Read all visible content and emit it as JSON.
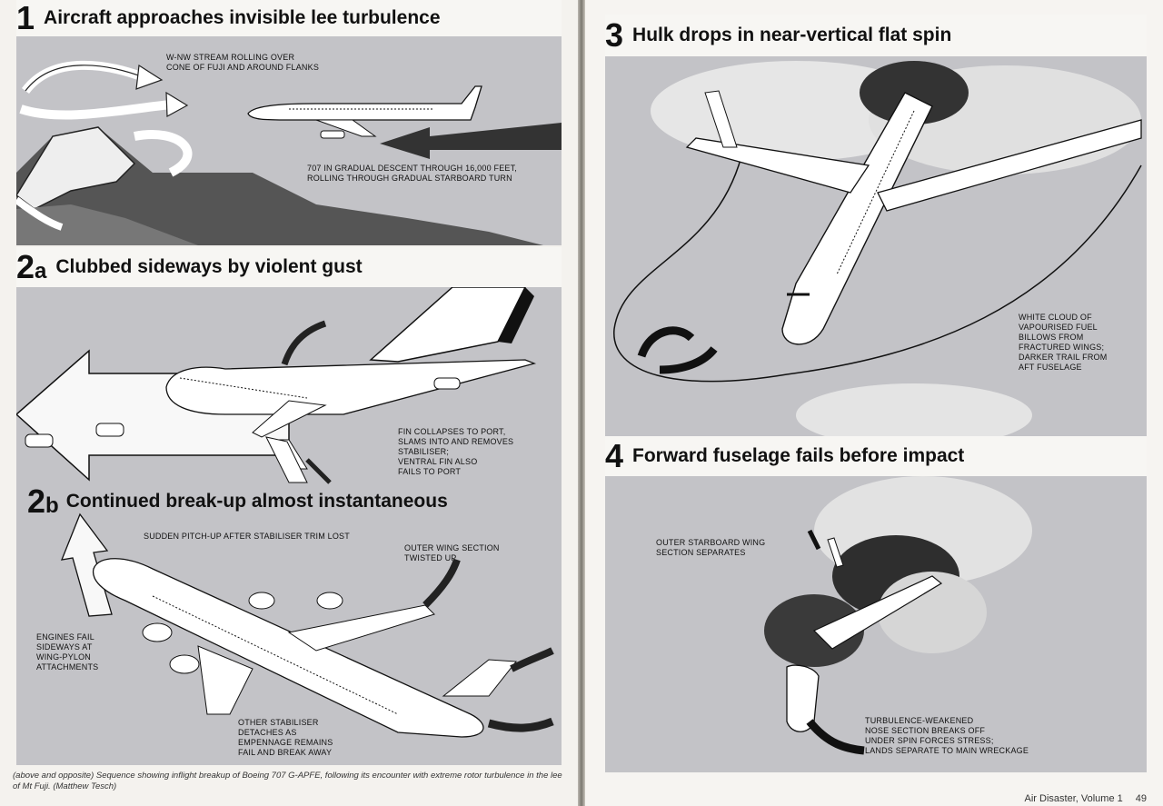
{
  "left_page": {
    "panel1": {
      "number": "1",
      "title": "Aircraft approaches invisible lee turbulence",
      "notes": {
        "stream": "W-NW STREAM ROLLING OVER\nCONE OF FUJI AND AROUND FLANKS",
        "descent": "707 IN GRADUAL DESCENT THROUGH 16,000 FEET,\nROLLING THROUGH GRADUAL STARBOARD TURN"
      }
    },
    "panel2a": {
      "number": "2",
      "suffix": "a",
      "title": "Clubbed sideways by violent gust",
      "notes": {
        "fin": "FIN COLLAPSES TO PORT,\nSLAMS INTO AND REMOVES\nSTABILISER;\nVENTRAL FIN ALSO\nFAILS TO PORT"
      }
    },
    "panel2b": {
      "number": "2",
      "suffix": "b",
      "title": "Continued break-up almost instantaneous",
      "notes": {
        "pitch": "SUDDEN PITCH-UP AFTER STABILISER TRIM LOST",
        "outer_wing": "OUTER WING SECTION\nTWISTED UP",
        "engines": "ENGINES FAIL\nSIDEWAYS AT\nWING-PYLON\nATTACHMENTS",
        "stabiliser": "OTHER STABILISER\nDETACHES AS\nEMPENNAGE REMAINS\nFAIL AND BREAK AWAY"
      }
    },
    "caption": "(above and opposite) Sequence showing inflight breakup of Boeing 707 G-APFE, following its encounter with extreme rotor turbulence in the lee of Mt Fuji. (Matthew Tesch)"
  },
  "right_page": {
    "panel3": {
      "number": "3",
      "title": "Hulk drops in near-vertical flat spin",
      "notes": {
        "cloud": "WHITE CLOUD OF\nVAPOURISED FUEL\nBILLOWS FROM\nFRACTURED WINGS;\nDARKER TRAIL FROM\nAFT FUSELAGE"
      }
    },
    "panel4": {
      "number": "4",
      "title": "Forward fuselage fails before impact",
      "notes": {
        "outer_wing": "OUTER STARBOARD WING\nSECTION SEPARATES",
        "nose": "TURBULENCE-WEAKENED\nNOSE SECTION BREAKS OFF\nUNDER SPIN FORCES STRESS;\nLANDS SEPARATE TO MAIN WRECKAGE"
      }
    },
    "folio": {
      "book": "Air Disaster, Volume 1",
      "page": "49"
    }
  },
  "colors": {
    "panel_grey": "#c3c3c7",
    "ink": "#111111",
    "paper": "#f4f2ee"
  }
}
